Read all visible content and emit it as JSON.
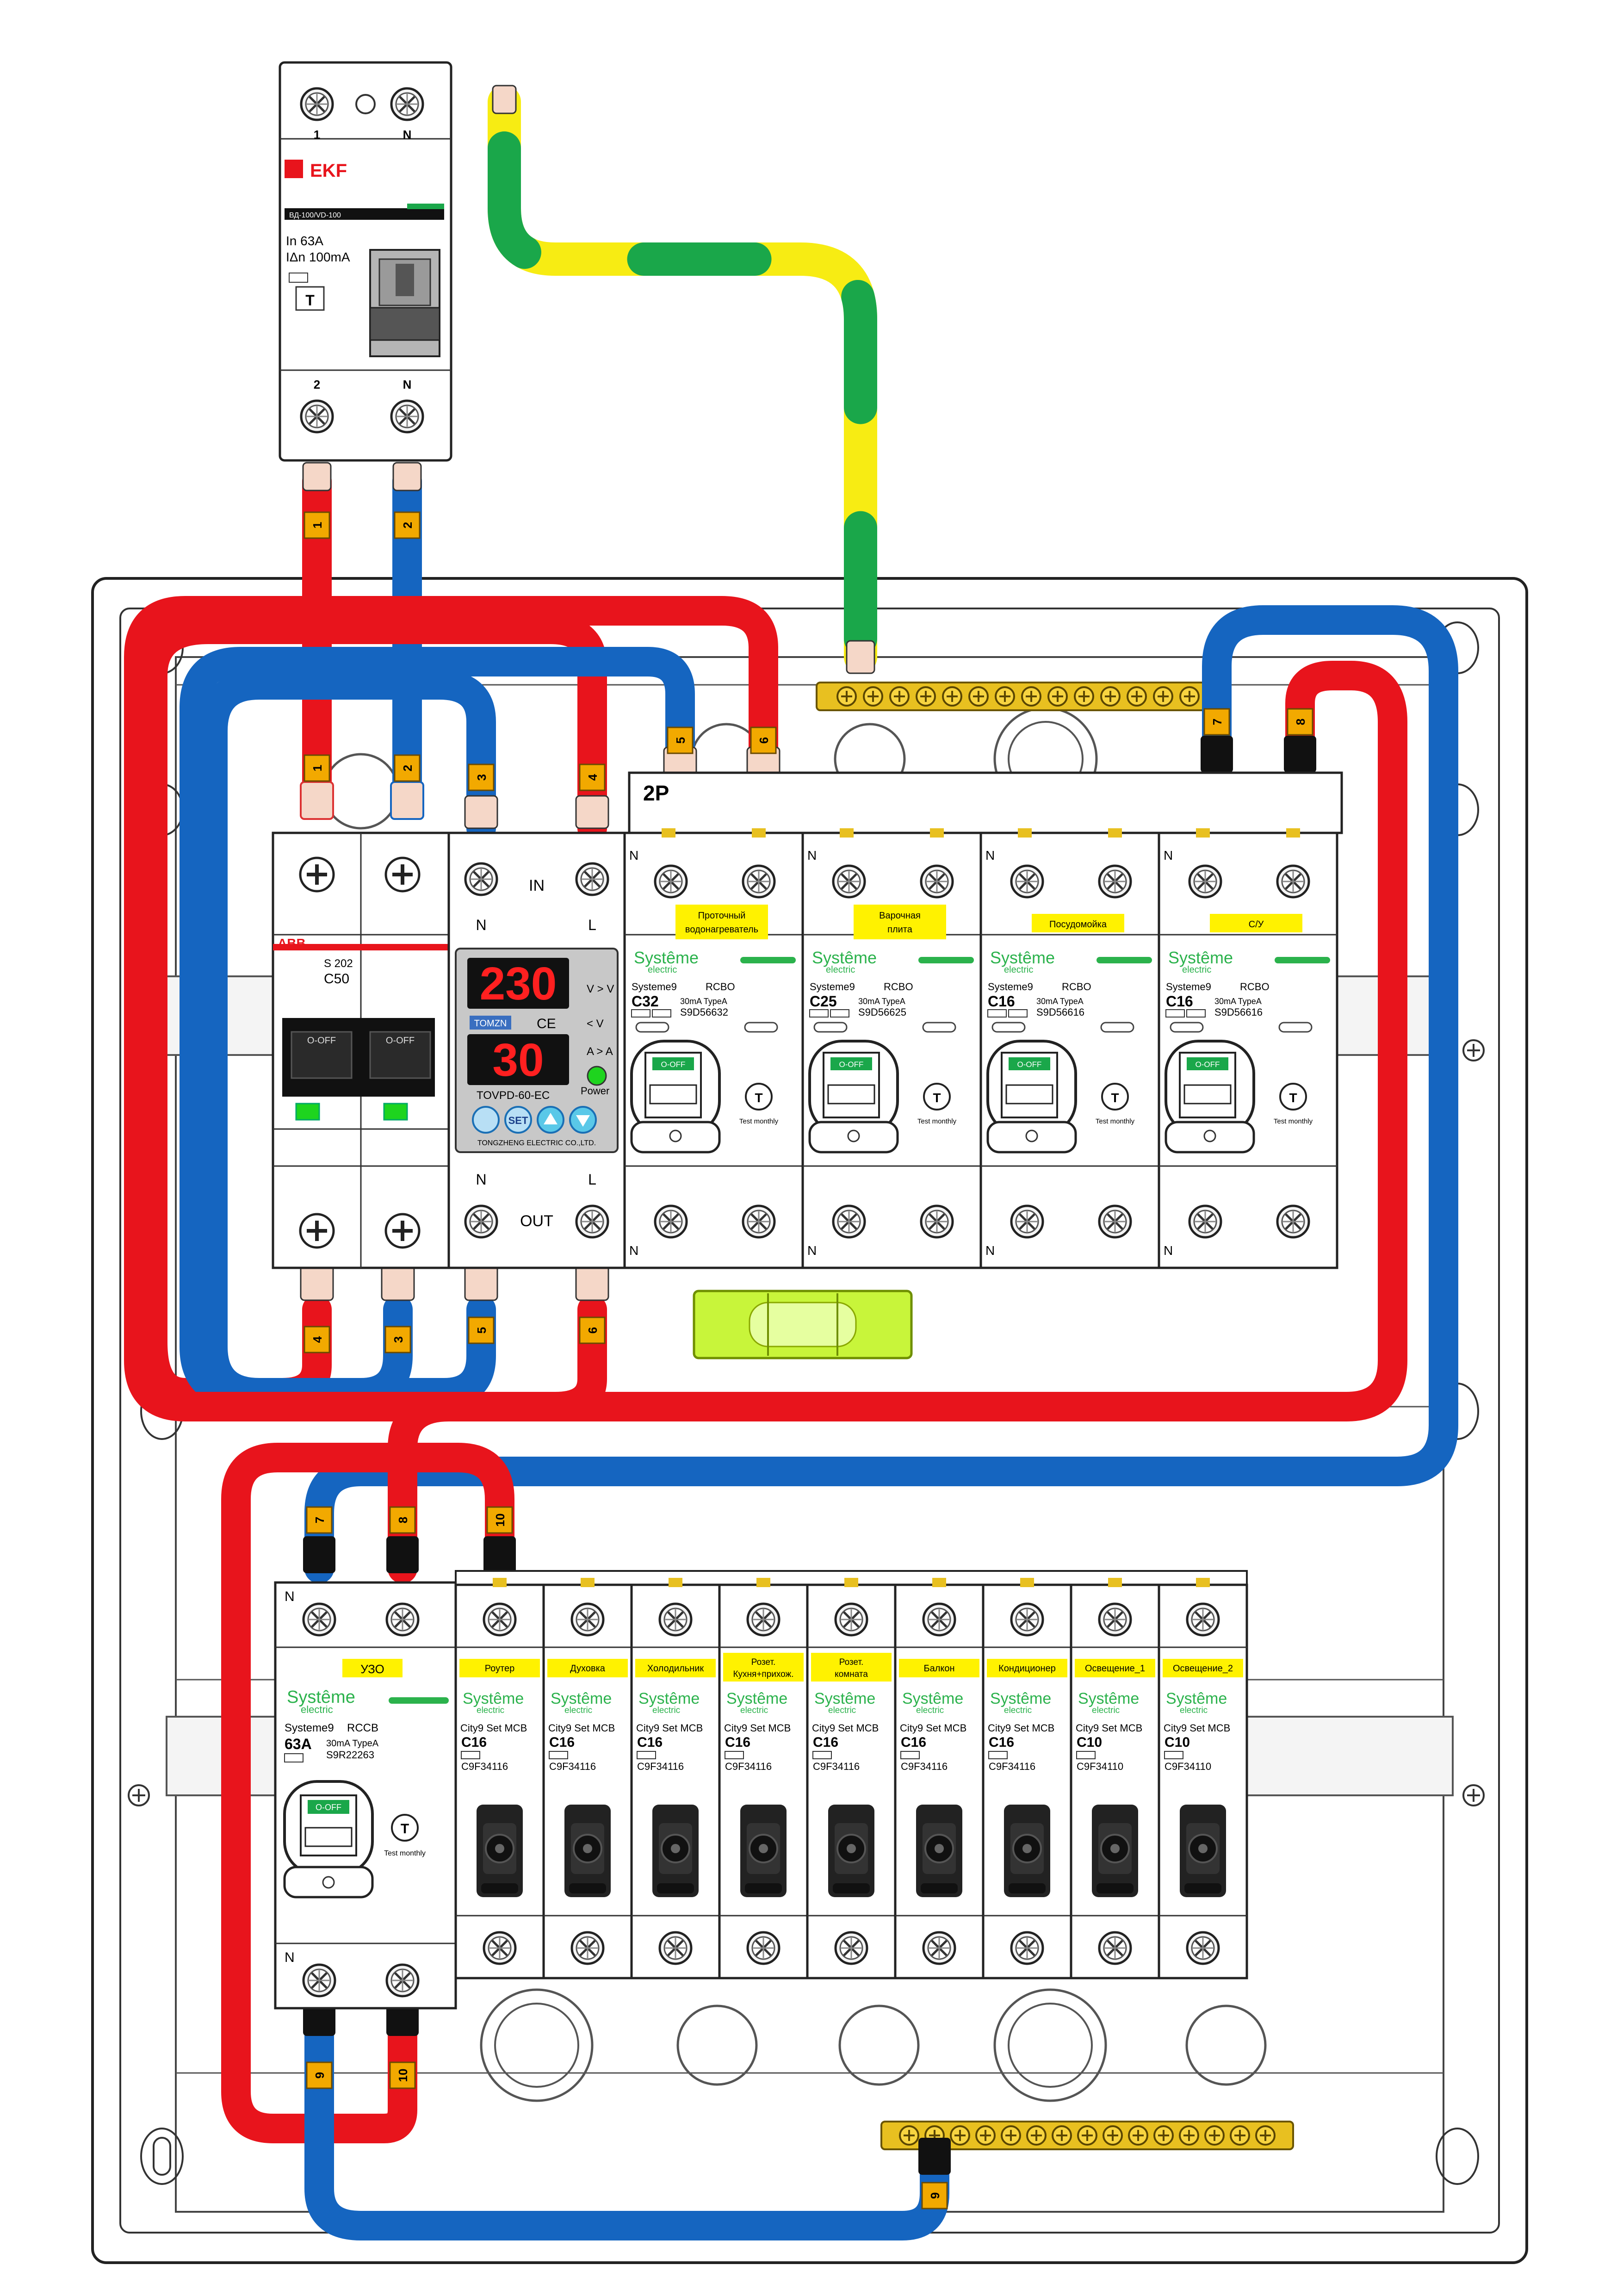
{
  "wire_colors": {
    "phase": "#e8141c",
    "neutral": "#1565c0",
    "pe_green": "#1aa74a",
    "pe_yellow": "#f7ec13",
    "tag": "#f2a900"
  },
  "input_rcd": {
    "brand": "EKF",
    "model": "ВД-100/VD-100",
    "rating": "In 63A",
    "residual": "IΔn 100mA",
    "top_labels": [
      "1",
      "N"
    ],
    "bottom_labels": [
      "2",
      "N"
    ]
  },
  "main_breaker": {
    "brand": "ABB",
    "model": "S 202",
    "rating": "C50",
    "handle_left": "O-OFF",
    "handle_right": "O-OFF"
  },
  "voltage_relay": {
    "in_label": "IN",
    "out_label": "OUT",
    "n_label": "N",
    "l_label": "L",
    "display_v": "230",
    "display_a": "30",
    "brand": "TOMZN",
    "model": "TOVPD-60-EC",
    "maker": "TONGZHENG ELECTRIC CO.,LTD.",
    "power_label": "Power",
    "set_label": "SET"
  },
  "busbar_2p_label": "2P",
  "rcbos": [
    {
      "name": "Проточный водонагреватель",
      "rating": "C32",
      "article": "S9D56632"
    },
    {
      "name": "Варочная плита",
      "rating": "C25",
      "article": "S9D56625"
    },
    {
      "name": "Посудомойка",
      "rating": "C16",
      "article": "S9D56616"
    },
    {
      "name": "С/У",
      "rating": "C16",
      "article": "S9D56616"
    }
  ],
  "rcbo_common": {
    "brand": "Systême",
    "brand_sub": "electric",
    "series": "Systeme9",
    "kind": "RCBO",
    "spec": "30mA TypeA",
    "handle": "O-OFF",
    "test": "Test monthly",
    "n_label": "N"
  },
  "rccb": {
    "name": "УЗО",
    "series": "Systeme9",
    "kind": "RCCB",
    "rating": "63A",
    "spec": "30mA TypeA",
    "article": "S9R22263",
    "handle": "O-OFF",
    "test": "Test monthly",
    "n_label": "N"
  },
  "mcbs": [
    {
      "name": "Роутер",
      "rating": "C16",
      "article": "C9F34116"
    },
    {
      "name": "Духовка",
      "rating": "C16",
      "article": "C9F34116"
    },
    {
      "name": "Холодильник",
      "rating": "C16",
      "article": "C9F34116"
    },
    {
      "name": "Розет. Кухня+прихож.",
      "rating": "C16",
      "article": "C9F34116"
    },
    {
      "name": "Розет. комната",
      "rating": "C16",
      "article": "C9F34116"
    },
    {
      "name": "Балкон",
      "rating": "C16",
      "article": "C9F34116"
    },
    {
      "name": "Кондиционер",
      "rating": "C16",
      "article": "C9F34116"
    },
    {
      "name": "Освещение_1",
      "rating": "C10",
      "article": "C9F34110"
    },
    {
      "name": "Освещение_2",
      "rating": "C10",
      "article": "C9F34110"
    }
  ],
  "mcb_common": {
    "series": "City9 Set MCB"
  },
  "wire_tags": [
    "1",
    "2",
    "3",
    "4",
    "5",
    "6",
    "7",
    "8",
    "9",
    "10"
  ]
}
